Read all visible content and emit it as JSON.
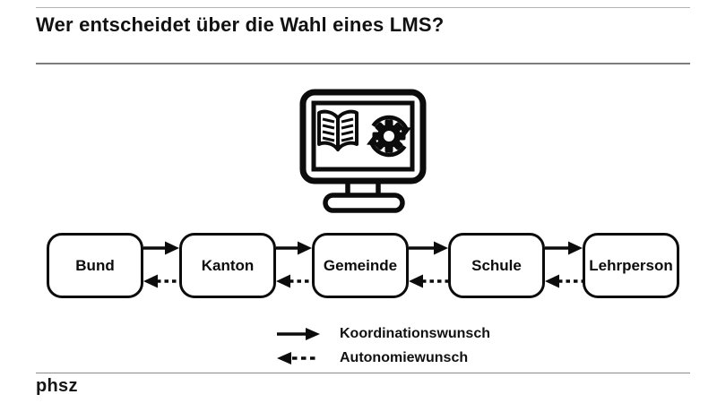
{
  "slide": {
    "title": "Wer entscheidet über die Wahl eines LMS?",
    "footer_logo": "phsz"
  },
  "diagram": {
    "nodes": [
      {
        "label": "Bund"
      },
      {
        "label": "Kanton"
      },
      {
        "label": "Gemeinde"
      },
      {
        "label": "Schule"
      },
      {
        "label": "Lehrperson"
      }
    ],
    "legend": [
      {
        "icon": "arrow-right-solid-icon",
        "label": "Koordinationswunsch"
      },
      {
        "icon": "arrow-left-dashed-icon",
        "label": "Autonomiewunsch"
      }
    ],
    "center_icon": "monitor-with-book-and-sync-gear-icon"
  },
  "colors": {
    "ink": "#0c0c0c",
    "text": "#111111",
    "divider": "#8a8a8a",
    "background": "#ffffff"
  }
}
